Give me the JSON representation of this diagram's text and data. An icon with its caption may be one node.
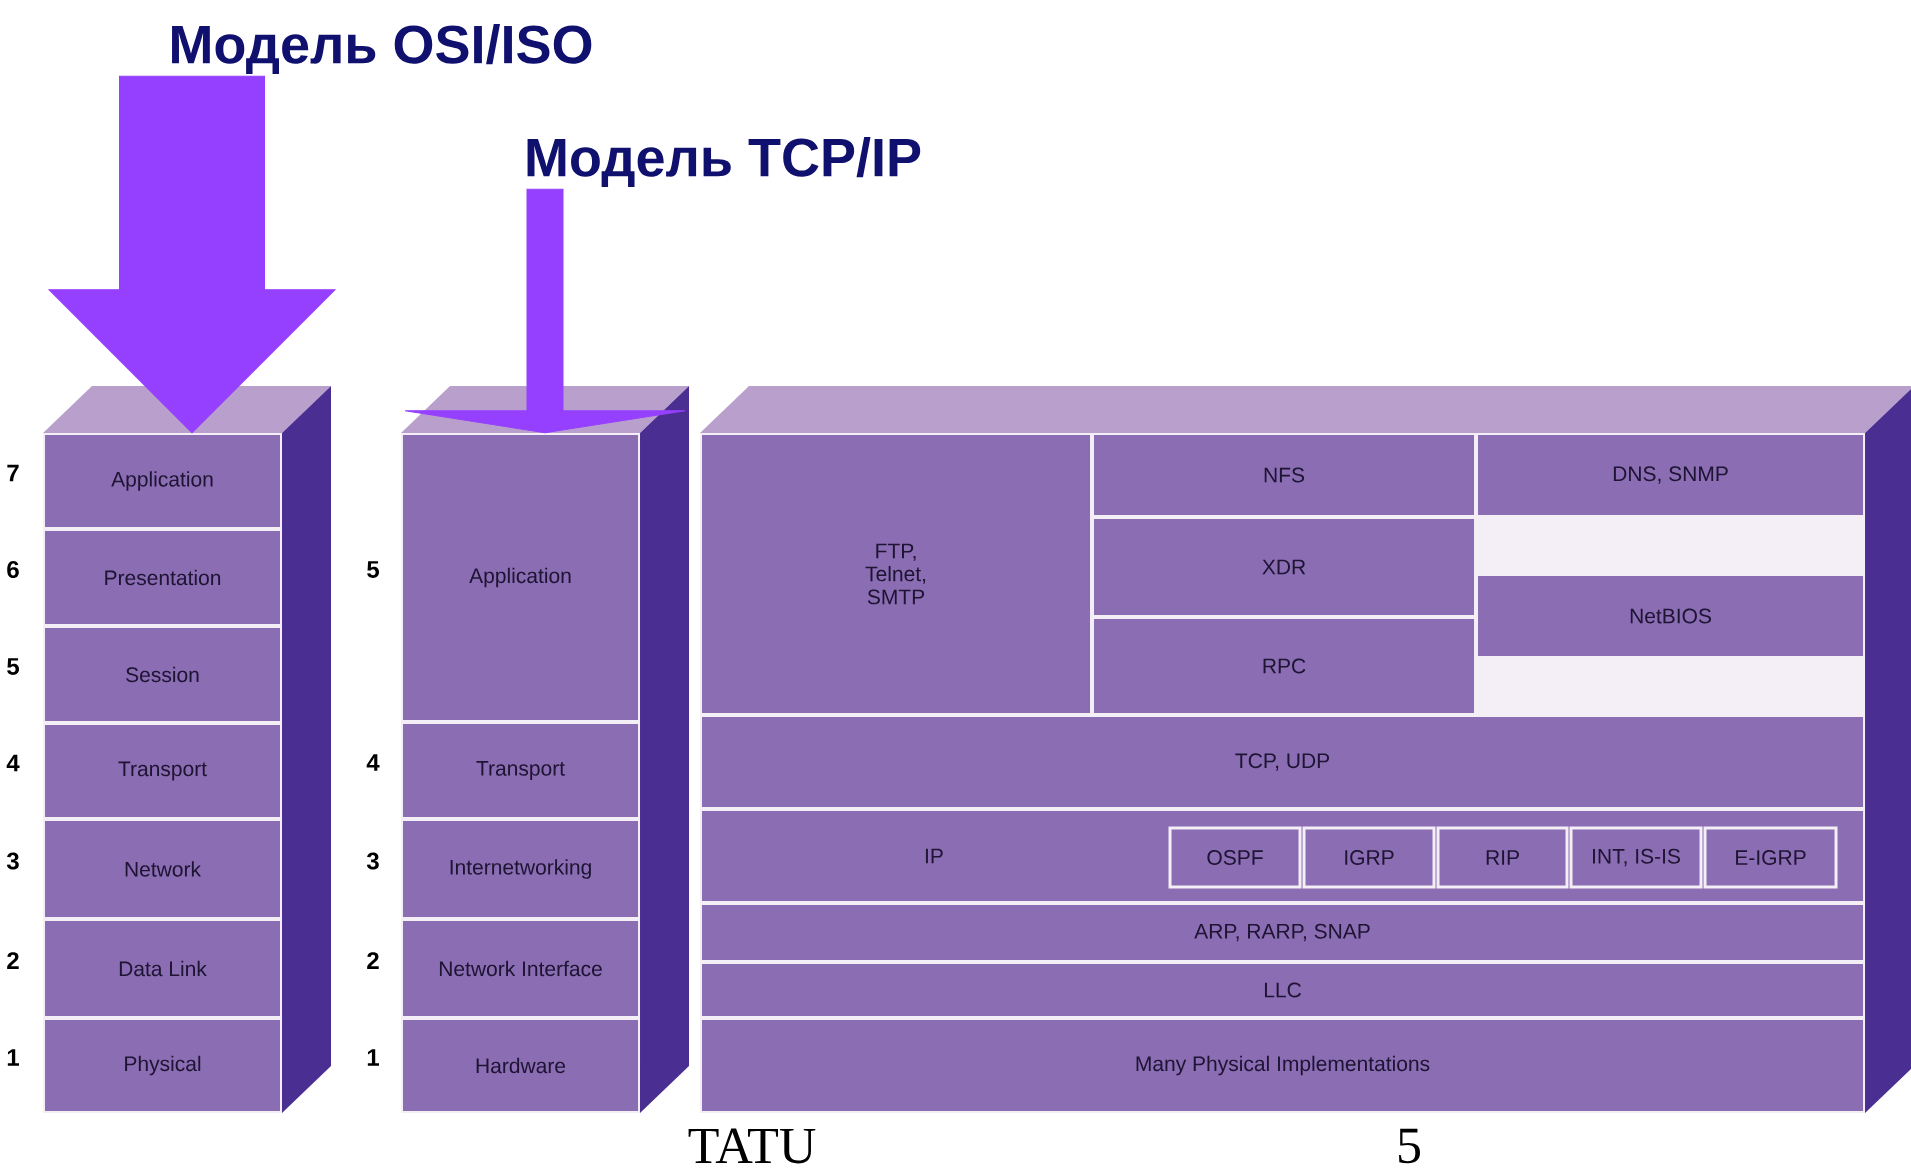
{
  "diagram": {
    "nodes": [
      {
        "text": [
          "Модель OSI/ISO"
        ]
      },
      {
        "text": [
          "Модель TCP/IP"
        ]
      },
      {
        "text": [],
        "shape": "box"
      },
      {
        "text": [
          "Application"
        ],
        "in": 2,
        "beside": [
          "7"
        ]
      },
      {
        "text": [
          "Presentation"
        ],
        "in": 2,
        "beside": [
          "6"
        ]
      },
      {
        "text": [
          "Session"
        ],
        "in": 2,
        "beside": [
          "5"
        ]
      },
      {
        "text": [
          "Transport"
        ],
        "in": 2,
        "beside": [
          "4"
        ]
      },
      {
        "text": [
          "Network"
        ],
        "in": 2,
        "beside": [
          "3"
        ]
      },
      {
        "text": [
          "Data Link"
        ],
        "in": 2,
        "beside": [
          "2"
        ]
      },
      {
        "text": [
          "Physical"
        ],
        "in": 2,
        "beside": [
          "1"
        ]
      },
      {
        "text": [],
        "shape": "box"
      },
      {
        "text": [
          "Application"
        ],
        "in": 10,
        "beside": [
          "5"
        ]
      },
      {
        "text": [
          "Transport"
        ],
        "in": 10,
        "beside": [
          "4"
        ]
      },
      {
        "text": [
          "Internetworking"
        ],
        "in": 10,
        "beside": [
          "3"
        ]
      },
      {
        "text": [
          "Network Interface"
        ],
        "in": 10,
        "beside": [
          "2"
        ]
      },
      {
        "text": [
          "Hardware"
        ],
        "in": 10,
        "beside": [
          "1"
        ]
      },
      {
        "text": [],
        "shape": "box"
      },
      {
        "text": [
          "FTP, Telnet, SMTP"
        ],
        "in": 16
      },
      {
        "text": [
          "NFS"
        ],
        "in": 16
      },
      {
        "text": [
          "DNS, SNMP"
        ],
        "in": 16
      },
      {
        "text": [
          "XDR"
        ],
        "in": 16
      },
      {
        "text": [
          "NetBIOS"
        ],
        "in": 16
      },
      {
        "text": [
          "RPC"
        ],
        "in": 16
      },
      {
        "text": [
          "TCP, UDP"
        ],
        "in": 16
      },
      {
        "text": [
          "IP"
        ],
        "in": 16
      },
      {
        "text": [
          "OSPF"
        ],
        "in": 24
      },
      {
        "text": [
          "IGRP"
        ],
        "in": 24
      },
      {
        "text": [
          "RIP"
        ],
        "in": 24
      },
      {
        "text": [
          "INT, IS-IS"
        ],
        "in": 24
      },
      {
        "text": [
          "E-IGRP"
        ],
        "in": 24
      },
      {
        "text": [
          "ARP, RARP, SNAP"
        ],
        "in": 16
      },
      {
        "text": [
          "LLC"
        ],
        "in": 16
      },
      {
        "text": [
          "Many Physical Implementations"
        ],
        "in": 16
      }
    ],
    "edges": [
      {
        "from": 0,
        "to": 2,
        "arrow": "to",
        "style": "thick",
        "color": "#9640ff"
      },
      {
        "from": 1,
        "to": 10,
        "arrow": "to",
        "style": "thick",
        "color": "#9640ff"
      }
    ],
    "labels": [
      "TATU",
      "5"
    ]
  }
}
